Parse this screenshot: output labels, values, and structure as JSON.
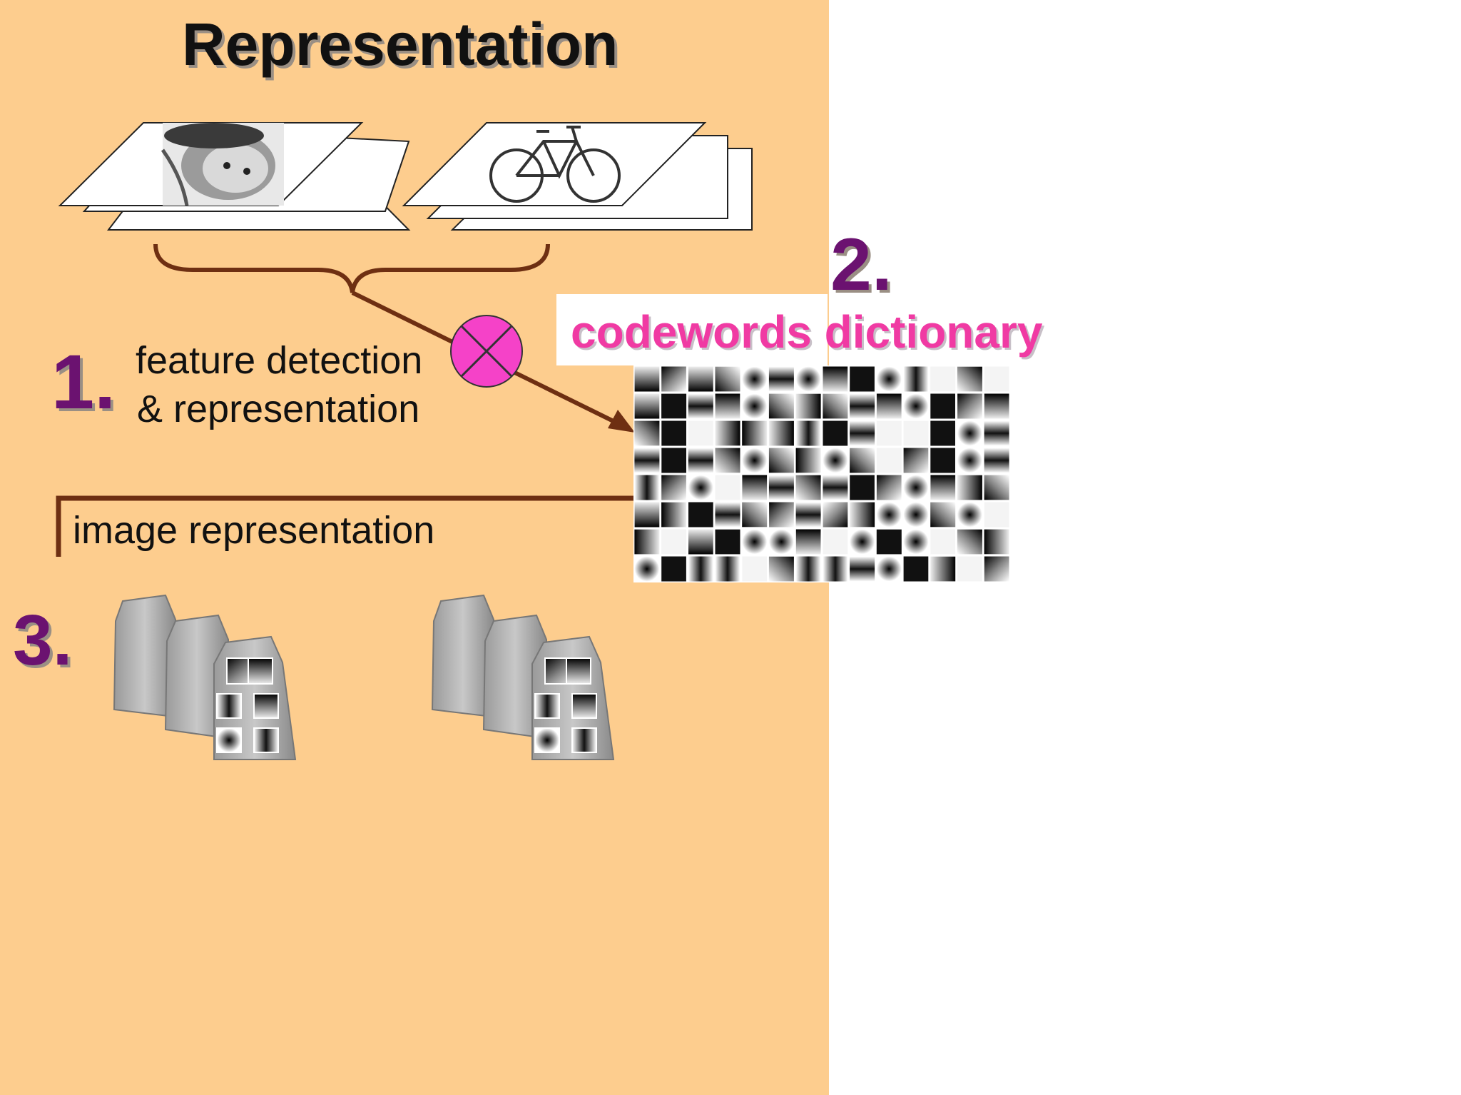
{
  "slide": {
    "title": "Representation",
    "step1": {
      "number": "1.",
      "line1": "feature detection",
      "line2": "& representation"
    },
    "step2": {
      "number": "2.",
      "label": "codewords dictionary"
    },
    "step3": {
      "number": "3."
    },
    "image_representation_label": "image representation"
  },
  "images": {
    "face_stack": "face photo stack",
    "bicycle_stack": "bicycle photo stack",
    "codeword_grid": "grid of grayscale codeword patches",
    "bag_groups": "bags of codewords"
  },
  "colors": {
    "panel_background": "#fdcd8e",
    "number_purple": "#6b1270",
    "dictionary_pink": "#f03aa3",
    "connector_brown": "#6e2f12",
    "operator_fill": "#f542c8"
  },
  "icons": {
    "operator": "circled-x-icon",
    "bag": "paper-bag-icon"
  }
}
